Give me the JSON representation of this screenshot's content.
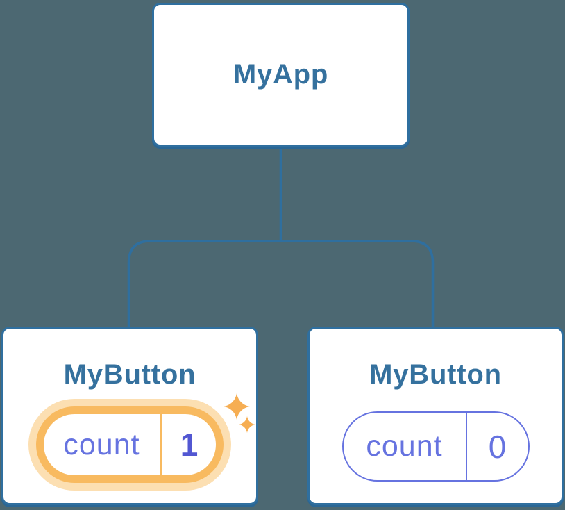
{
  "colors": {
    "background": "#4c6872",
    "node_border": "#2f6f9f",
    "node_label_text": "#35719e",
    "state_accent_purple": "#6673e0",
    "state_value_bold_purple": "#5257d2",
    "highlight_accent_orange": "#f8ba60",
    "highlight_halo_orange": "#fcdfb2"
  },
  "tree": {
    "root": {
      "label": "MyApp"
    },
    "children": [
      {
        "label": "MyButton",
        "state": {
          "key": "count",
          "value": "1"
        },
        "highlighted": true
      },
      {
        "label": "MyButton",
        "state": {
          "key": "count",
          "value": "0"
        },
        "highlighted": false
      }
    ]
  }
}
